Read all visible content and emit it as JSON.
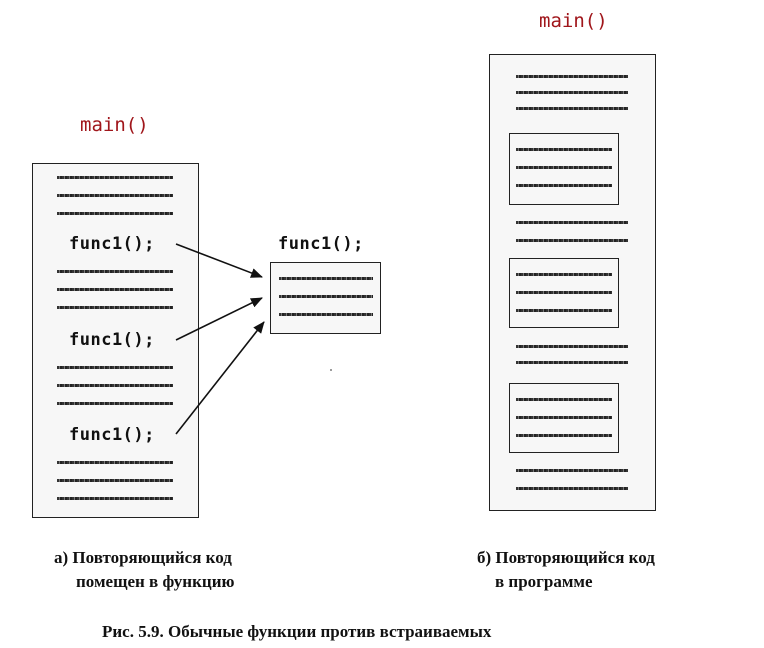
{
  "left": {
    "main_label": "main()",
    "calls": [
      "func1();",
      "func1();",
      "func1();"
    ],
    "caption_line1": "а) Повторяющийся код",
    "caption_line2": "помещен в функцию"
  },
  "function_box": {
    "label": "func1();"
  },
  "right": {
    "main_label": "main()",
    "caption_line1": "б) Повторяющийся код",
    "caption_line2": "в программе"
  },
  "figure_caption": "Рис. 5.9. Обычные функции против встраиваемых",
  "colors": {
    "main_label": "#a0161b",
    "box_border": "#222222",
    "text": "#111111"
  }
}
